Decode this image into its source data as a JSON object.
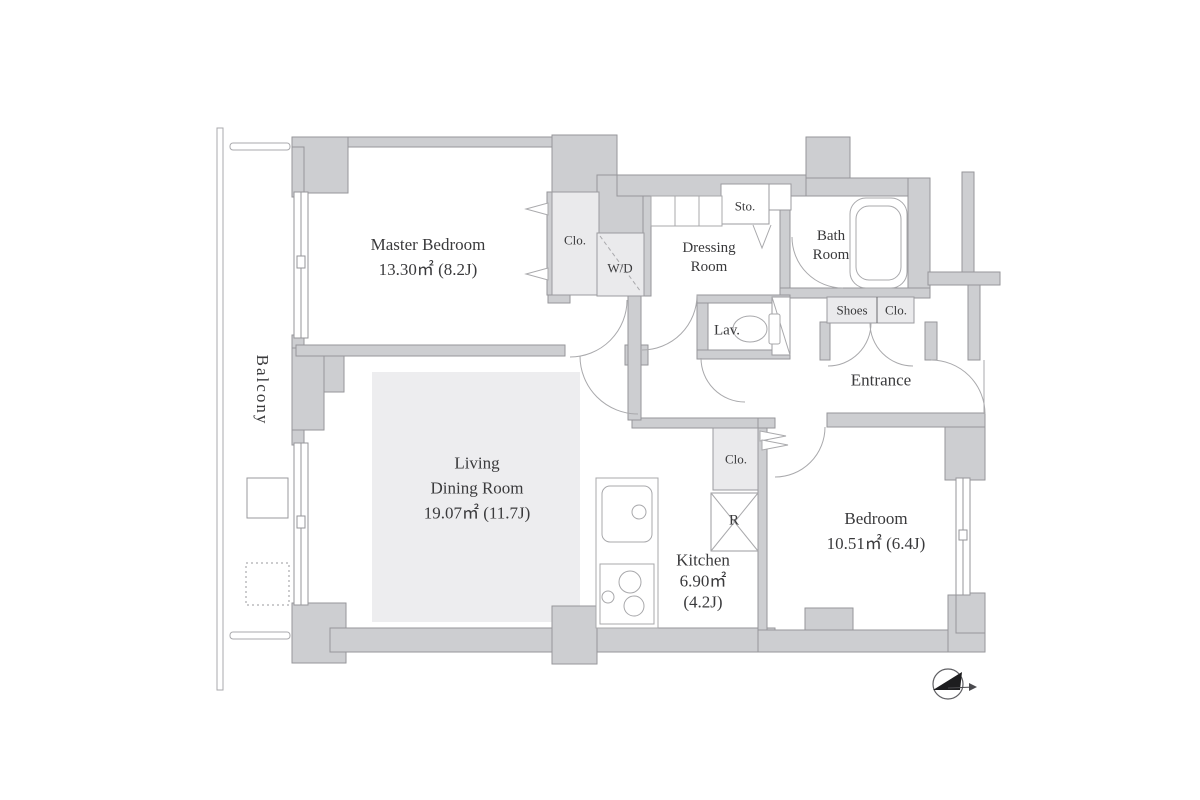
{
  "plan": {
    "balcony": {
      "label": "Balcony"
    },
    "master_bedroom": {
      "name": "Master Bedroom",
      "area": "13.30㎡ (8.2J)"
    },
    "living_dining": {
      "name_line1": "Living",
      "name_line2": "Dining Room",
      "area": "19.07㎡ (11.7J)"
    },
    "kitchen": {
      "name": "Kitchen",
      "area_line1": "6.90㎡",
      "area_line2": "(4.2J)"
    },
    "bedroom": {
      "name": "Bedroom",
      "area": "10.51㎡ (6.4J)"
    },
    "entrance": {
      "label": "Entrance"
    },
    "bath_room": {
      "line1": "Bath",
      "line2": "Room"
    },
    "dressing_room": {
      "line1": "Dressing",
      "line2": "Room"
    },
    "lavatory": {
      "label": "Lav."
    },
    "storage": {
      "label": "Sto."
    },
    "shoes_closet": {
      "label_left": "Shoes",
      "label_right": "Clo."
    },
    "closet_master": {
      "label": "Clo."
    },
    "washer_dryer": {
      "label": "W/D"
    },
    "closet_hall": {
      "label": "Clo."
    },
    "refrigerator": {
      "label": "R"
    }
  }
}
